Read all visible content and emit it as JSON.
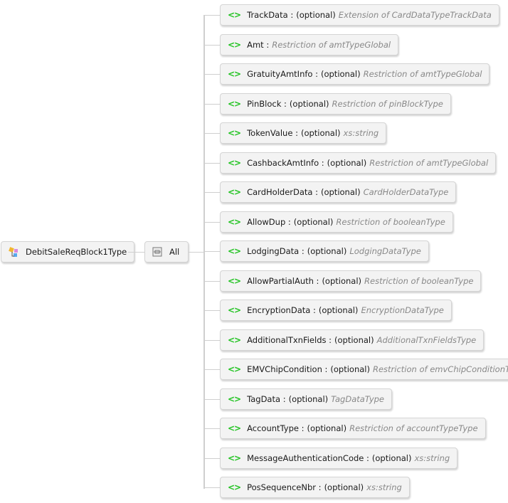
{
  "root": {
    "label": "DebitSaleReqBlock1Type",
    "icon": "complex-type-icon"
  },
  "group": {
    "label": "All",
    "icon": "all-compositor-icon"
  },
  "elements": [
    {
      "name": "TrackData :",
      "opt": "(optional)",
      "type": "Extension of CardDataTypeTrackData"
    },
    {
      "name": "Amt :",
      "opt": "",
      "type": "Restriction of amtTypeGlobal"
    },
    {
      "name": "GratuityAmtInfo :",
      "opt": "(optional)",
      "type": "Restriction of amtTypeGlobal"
    },
    {
      "name": "PinBlock :",
      "opt": "(optional)",
      "type": "Restriction of pinBlockType"
    },
    {
      "name": "TokenValue :",
      "opt": "(optional)",
      "type": "xs:string"
    },
    {
      "name": "CashbackAmtInfo :",
      "opt": "(optional)",
      "type": "Restriction of amtTypeGlobal"
    },
    {
      "name": "CardHolderData :",
      "opt": "(optional)",
      "type": "CardHolderDataType"
    },
    {
      "name": "AllowDup :",
      "opt": "(optional)",
      "type": "Restriction of booleanType"
    },
    {
      "name": "LodgingData :",
      "opt": "(optional)",
      "type": "LodgingDataType"
    },
    {
      "name": "AllowPartialAuth :",
      "opt": "(optional)",
      "type": "Restriction of booleanType"
    },
    {
      "name": "EncryptionData :",
      "opt": "(optional)",
      "type": "EncryptionDataType"
    },
    {
      "name": "AdditionalTxnFields :",
      "opt": "(optional)",
      "type": "AdditionalTxnFieldsType"
    },
    {
      "name": "EMVChipCondition :",
      "opt": "(optional)",
      "type": "Restriction of emvChipConditionType"
    },
    {
      "name": "TagData :",
      "opt": "(optional)",
      "type": "TagDataType"
    },
    {
      "name": "AccountType :",
      "opt": "(optional)",
      "type": "Restriction of accountTypeType"
    },
    {
      "name": "MessageAuthenticationCode :",
      "opt": "(optional)",
      "type": "xs:string"
    },
    {
      "name": "PosSequenceNbr :",
      "opt": "(optional)",
      "type": "xs:string"
    }
  ],
  "element_icon": "<>"
}
